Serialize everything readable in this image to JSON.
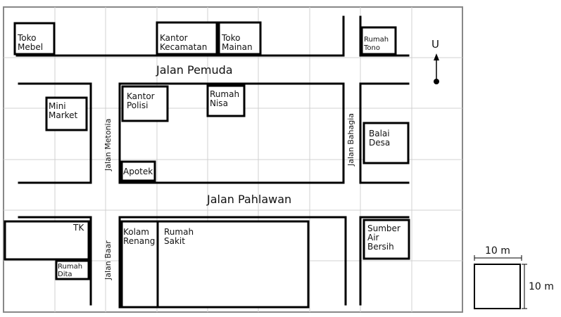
{
  "compass": {
    "label": "U"
  },
  "streets": {
    "pemuda": "Jalan Pemuda",
    "pahlawan": "Jalan Pahlawan",
    "metonia": "Jalan Metonia",
    "bahagia": "Jalan Bahagia",
    "baar": "Jalan Baar"
  },
  "buildings": {
    "toko_mebel": [
      "Toko",
      "Mebel"
    ],
    "kantor_kecamatan": [
      "Kantor",
      "Kecamatan"
    ],
    "toko_mainan": [
      "Toko",
      "Mainan"
    ],
    "rumah_tono": [
      "Rumah",
      "Tono"
    ],
    "mini_market": [
      "Mini",
      "Market"
    ],
    "kantor_polisi": [
      "Kantor",
      "Polisi"
    ],
    "rumah_nisa": [
      "Rumah",
      "Nisa"
    ],
    "balai_desa": [
      "Balai",
      "Desa"
    ],
    "apotek": [
      "Apotek"
    ],
    "tk": [
      "TK"
    ],
    "rumah_dita": [
      "Rumah",
      "Dita"
    ],
    "kolam_renang": [
      "Kolam",
      "Renang"
    ],
    "rumah_sakit": [
      "Rumah",
      "Sakit"
    ],
    "sumber_air_bersih": [
      "Sumber",
      "Air",
      "Bersih"
    ]
  },
  "scale": {
    "width_label": "10 m",
    "height_label": "10 m"
  }
}
